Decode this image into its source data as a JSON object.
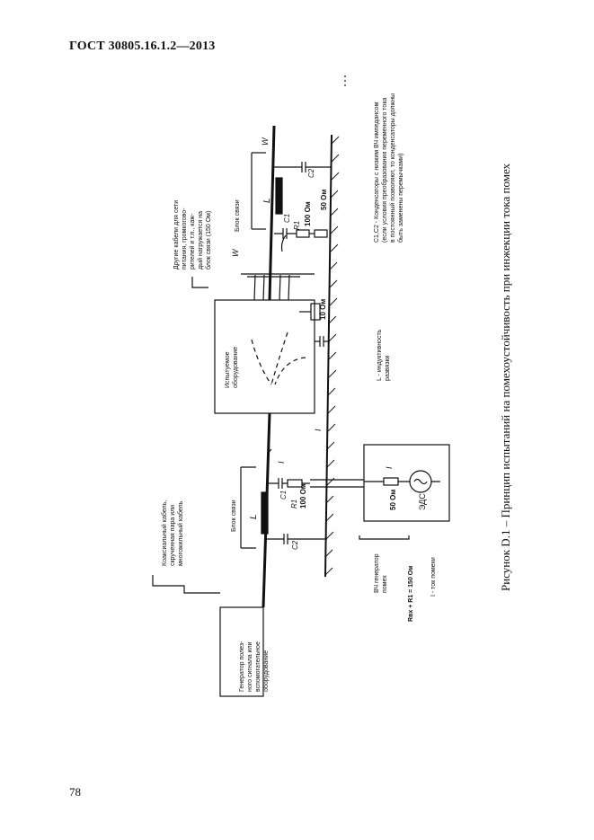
{
  "header": {
    "standard": "ГОСТ  30805.16.1.2—2013"
  },
  "footer": {
    "page_number": "78"
  },
  "figure": {
    "caption": "Рисунок D.1 – Принцип испытаний на помехоустойчивость при  инжекции тока помех",
    "labels": {
      "generator_box": [
        "Генератор полез-",
        "ного сигнала или",
        "вспомогательное",
        "оборудование"
      ],
      "eut_box": [
        "Испытуемое",
        "оборудование"
      ],
      "cable_note_left": [
        "Коаксиальный кабель,",
        "скрученная пара или",
        "многожильный кабель"
      ],
      "cable_note_right": [
        "Другие кабели для сети",
        "питания, громкогово-",
        "рителей и т.п., каж-",
        "дый нагружается на",
        "блок связи (150 Ом)"
      ],
      "coupling_unit": "Блок связи",
      "inductor": "L",
      "c1": "C1",
      "c2": "C2",
      "r1": "R1",
      "r1_value": "100 Ом",
      "r50": "50 Ом",
      "r10": "10 Ом",
      "emf": "ЭДС",
      "current": "I",
      "w": "W",
      "legend_l": [
        "L - индуктивность",
        "развязки"
      ],
      "legend_c": [
        "C1,C2 -   Конденсаторы с низким ВЧ импедансом",
        "(если условия преобразования переменного тока",
        "в постоянный позволяют, то конденсаторы должны",
        "быть заменены перемычками)"
      ],
      "legend_rf": [
        "ВЧ генератор",
        "помех"
      ],
      "legend_rin": "Rвх + R1 = 150 Ом",
      "legend_i": "I -   ток помехи"
    }
  }
}
